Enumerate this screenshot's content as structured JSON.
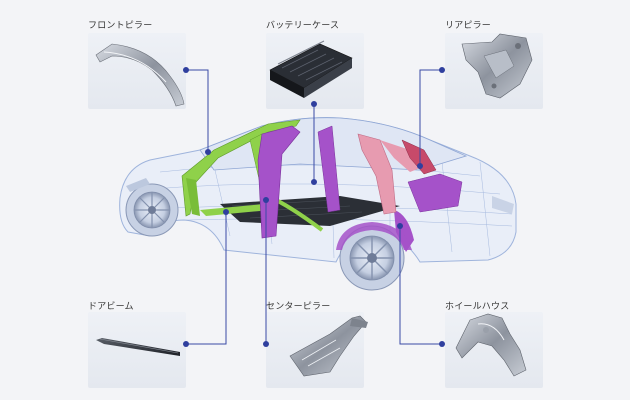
{
  "parts": [
    {
      "id": "front-pillar",
      "label": "フロントピラー"
    },
    {
      "id": "battery-case",
      "label": "バッテリーケース"
    },
    {
      "id": "rear-pillar",
      "label": "リアピラー"
    },
    {
      "id": "door-beam",
      "label": "ドアビーム"
    },
    {
      "id": "center-pillar",
      "label": "センターピラー"
    },
    {
      "id": "wheel-house",
      "label": "ホイールハウス"
    }
  ],
  "colors": {
    "connector": "#3a4aa6",
    "dot": "#2f3f9e",
    "a_pillar_green": "#8fd14a",
    "purple": "#a552c9",
    "pink": "#e79bb0",
    "wire": "#9fb4dc",
    "floor": "#2b2f36"
  }
}
